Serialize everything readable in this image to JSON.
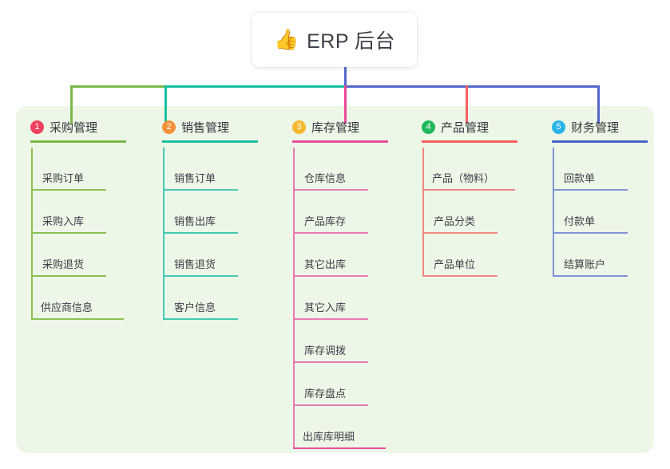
{
  "root": {
    "icon": "thumbs-up-icon",
    "icon_glyph": "👍",
    "title": "ERP 后台"
  },
  "colors": {
    "panel_bg": "#edf7e8",
    "page_bg": "#ffffff",
    "stem": "#5566c8",
    "branch_green": "#79b949",
    "branch_teal": "#16bfa0",
    "branch_pink": "#ec4899",
    "branch_red": "#f4615f",
    "branch_blue": "#5566c8",
    "text": "#32373d"
  },
  "columns": [
    {
      "index": "1",
      "label": "采购管理",
      "badge_color": "#ef4060",
      "rule_color": "#79b949",
      "leaf_color": "#8cc152",
      "items": [
        "采购订单",
        "采购入库",
        "采购退货",
        "供应商信息"
      ]
    },
    {
      "index": "2",
      "label": "销售管理",
      "badge_color": "#f5903a",
      "rule_color": "#16bfa0",
      "leaf_color": "#46c8b4",
      "items": [
        "销售订单",
        "销售出库",
        "销售退货",
        "客户信息"
      ]
    },
    {
      "index": "3",
      "label": "库存管理",
      "badge_color": "#f5b82e",
      "rule_color": "#e84c9a",
      "leaf_color": "#e87bb0",
      "items": [
        "仓库信息",
        "产品库存",
        "其它出库",
        "其它入库",
        "库存调拨",
        "库存盘点",
        "出库库明细"
      ]
    },
    {
      "index": "4",
      "label": "产品管理",
      "badge_color": "#22b85c",
      "rule_color": "#f4615f",
      "leaf_color": "#f08a82",
      "items": [
        "产品（物料）",
        "产品分类",
        "产品单位"
      ]
    },
    {
      "index": "5",
      "label": "财务管理",
      "badge_color": "#2bb3e8",
      "rule_color": "#4a63c8",
      "leaf_color": "#8094d8",
      "items": [
        "回款单",
        "付款单",
        "结算账户"
      ]
    }
  ]
}
